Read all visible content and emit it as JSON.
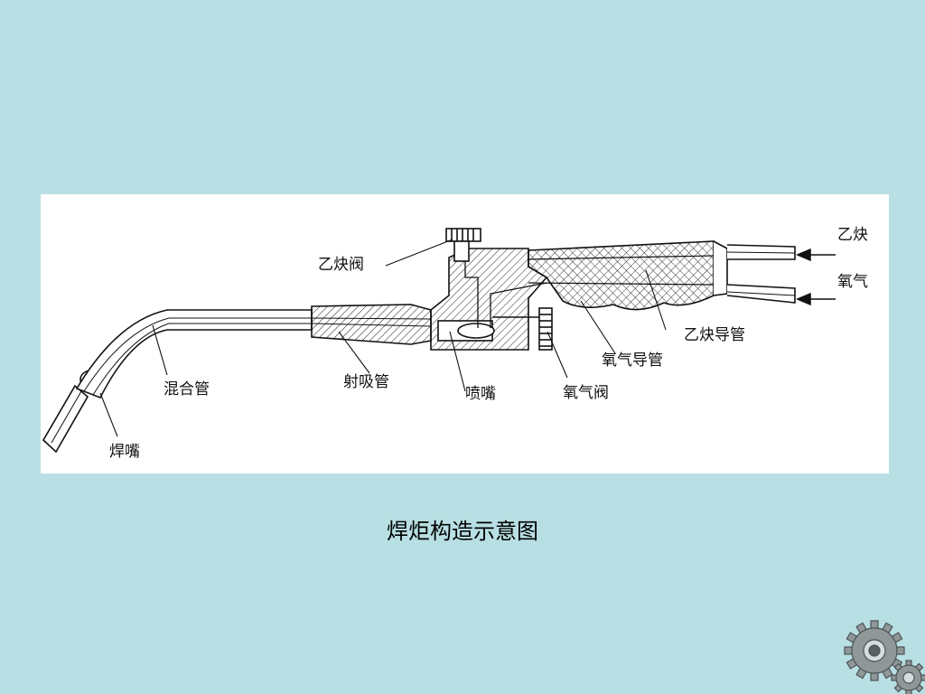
{
  "diagram": {
    "labels": {
      "acetylene_valve": "乙炔阀",
      "acetylene_inlet": "乙炔",
      "oxygen_inlet": "氧气",
      "acetylene_pipe": "乙炔导管",
      "oxygen_pipe": "氧气导管",
      "oxygen_valve": "氧气阀",
      "nozzle": "喷嘴",
      "injector_tube": "射吸管",
      "mixing_tube": "混合管",
      "welding_tip": "焊嘴"
    }
  },
  "caption": "焊炬构造示意图",
  "colors": {
    "background": "#b8dfe3",
    "panel": "#ffffff",
    "ink": "#111111"
  },
  "logo": {
    "icon": "gear-icon"
  }
}
